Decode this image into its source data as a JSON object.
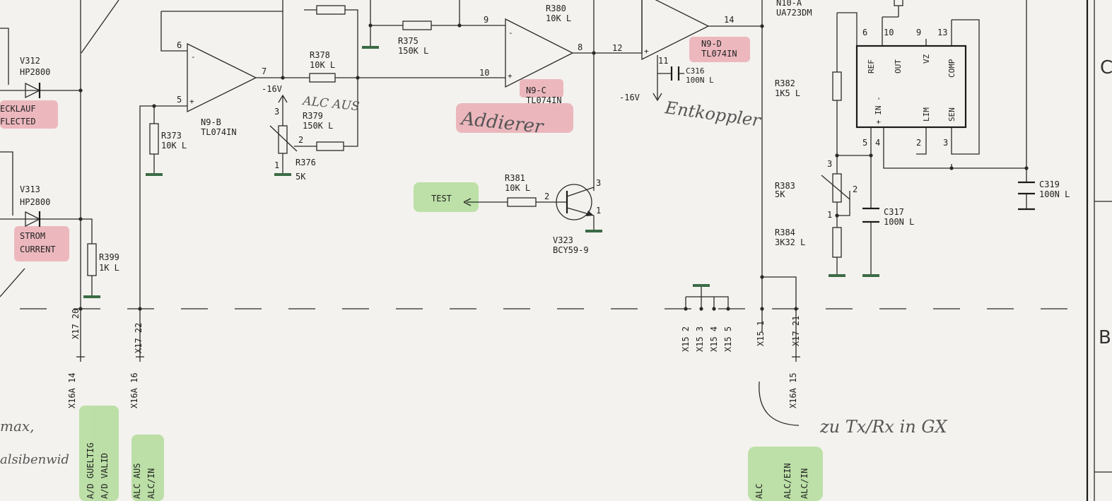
{
  "components": {
    "n9b": {
      "ref": "N9-B",
      "type": "TL074IN",
      "pin_inv": "6",
      "pin_noninv": "5",
      "pin_out": "7"
    },
    "n9c": {
      "ref": "N9-C",
      "type": "TL074IN",
      "pin_inv": "9",
      "pin_noninv": "10",
      "pin_out": "8"
    },
    "n9d": {
      "ref": "N9-D",
      "type": "TL074IN",
      "pin_inv": "12",
      "pin_out": "14",
      "pin_v": "11"
    },
    "n10": {
      "ref": "N10-A",
      "type": "UA723DM",
      "pins_top": [
        "6",
        "10",
        "9",
        "13"
      ],
      "pins_bottom": [
        "5",
        "4",
        "2",
        "3"
      ],
      "labels_top": [
        "REF",
        "OUT",
        "VZ",
        "COMP"
      ],
      "labels_bottom": [
        "+ IN -",
        "LIM",
        "SEN"
      ]
    },
    "r373": {
      "ref": "R373",
      "value": "10K L"
    },
    "r375": {
      "ref": "R375",
      "value": "150K L"
    },
    "r376": {
      "ref": "R376",
      "value": "5K",
      "pin1": "1",
      "pin2": "2",
      "pin3": "3"
    },
    "r378": {
      "ref": "R378",
      "value": "10K L"
    },
    "r379": {
      "ref": "R379",
      "value": "150K L"
    },
    "r380": {
      "ref": "R380",
      "value": "10K L"
    },
    "r381": {
      "ref": "R381",
      "value": "10K L"
    },
    "r382": {
      "ref": "R382",
      "value": "1K5 L"
    },
    "r383": {
      "ref": "R383",
      "value": "5K",
      "pin1": "1",
      "pin2": "2",
      "pin3": "3"
    },
    "r384": {
      "ref": "R384",
      "value": "3K32 L"
    },
    "r399": {
      "ref": "R399",
      "value": "1K L"
    },
    "c316": {
      "ref": "C316",
      "value": "100N L"
    },
    "c317": {
      "ref": "C317",
      "value": "100N L"
    },
    "c319": {
      "ref": "C319",
      "value": "100N L"
    },
    "v312": {
      "ref": "V312",
      "type": "HP2800"
    },
    "v313": {
      "ref": "V313",
      "type": "HP2800"
    },
    "v323": {
      "ref": "V323",
      "type": "BCY59-9",
      "pin_b": "2",
      "pin_c": "3",
      "pin_e": "1"
    }
  },
  "labels": {
    "ruecklauf": "ECKLAUF",
    "reflected": "FLECTED",
    "strom": "STROM",
    "current": "CURRENT",
    "test": "TEST",
    "neg16v_a": "-16V",
    "neg16v_b": "-16V",
    "ad_gueltig": "A/D GUELTIG",
    "ad_valid": "A/D VALID",
    "alc_aus": "ALC AUS",
    "alc_in_left": "ALC/IN",
    "alc": "ALC",
    "alc_ein": "ALC/EIN",
    "alc_in_right": "ALC/IN"
  },
  "connectors": {
    "x17_20": "X17 20",
    "x16a_14": "X16A 14",
    "x17_22": "X17 22",
    "x16a_16": "X16A 16",
    "x15_2": "X15 2",
    "x15_3": "X15 3",
    "x15_4": "X15 4",
    "x15_5": "X15 5",
    "x15_1": "X15 1",
    "x17_21": "X17 21",
    "x16a_15": "X16A 15"
  },
  "handwritten": {
    "alc_aus": "ALC AUS",
    "addierer": "Addierer",
    "entkoppler": "Entkoppler",
    "zu_txrx": "zu Tx/Rx  in GX",
    "max": "max,",
    "left_note": "alsibenwid"
  },
  "frame": {
    "right_mark_c": "C",
    "right_mark_b": "B"
  },
  "colors": {
    "red_highlight": "#e9a4ad",
    "green_highlight": "#a9d98f",
    "ink": "#2a2a2a",
    "ground": "#3b6b45"
  }
}
